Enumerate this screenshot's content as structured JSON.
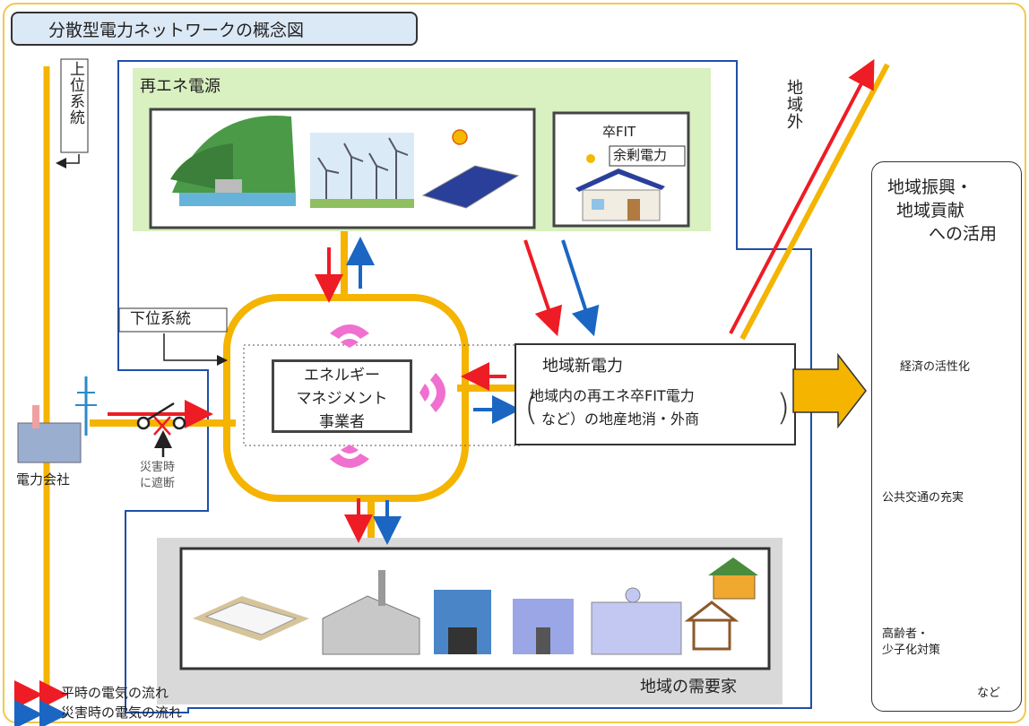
{
  "title": "分散型電力ネットワークの概念図",
  "labels": {
    "upper_system": "上位系統",
    "lower_system": "下位系統",
    "renewable_sources": "再エネ電源",
    "sotsu_fit": "卒FIT",
    "surplus_power": "余剰電力",
    "outside_region": "地域外",
    "ems_line1": "エネルギー",
    "ems_line2": "マネジメント",
    "ems_line3": "事業者",
    "regional_power": "地域新電力",
    "regional_detail_line1": "地域内の再エネ卒FIT電力",
    "regional_detail_line2": "など）の地産地消・外商",
    "power_company": "電力会社",
    "disaster_cut_line1": "災害時",
    "disaster_cut_line2": "に遮断",
    "demand": "地域の需要家",
    "side_title_line1": "地域振興・",
    "side_title_line2": "地域貢献",
    "side_title_line3": "への活用",
    "economy": "経済の活性化",
    "transport": "公共交通の充実",
    "elderly_line1": "高齢者・",
    "elderly_line2": "少子化対策",
    "etc": "など",
    "legend_normal": "平時の電気の流れ",
    "legend_disaster": "災害時の電気の流れ"
  },
  "colors": {
    "normal_flow": "#ee1c24",
    "disaster_flow": "#1a66c2",
    "grid_line": "#f4b400",
    "renewable_bg": "#d9f0c0",
    "demand_bg": "#d9d9d9",
    "region_border": "#1f4fa8"
  }
}
